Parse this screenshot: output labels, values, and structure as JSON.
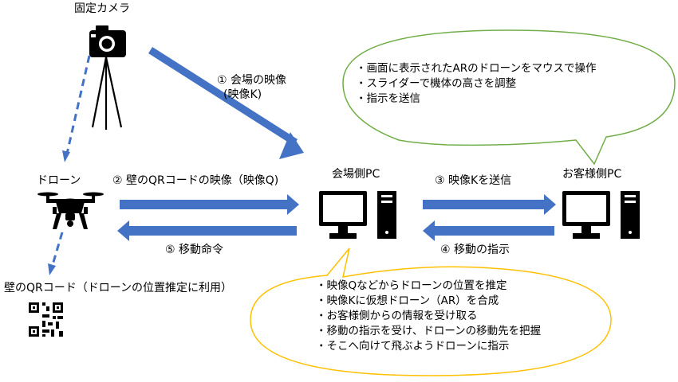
{
  "labels": {
    "fixed_camera": "固定カメラ",
    "drone": "ドローン",
    "venue_pc": "会場側PC",
    "customer_pc": "お客様側PC",
    "wall_qr": "壁のQRコード（ドローンの位置推定に利用）"
  },
  "flows": {
    "f1_line1": "① 会場の映像",
    "f1_line2": "(映像K)",
    "f2": "② 壁のQRコードの映像（映像Q)",
    "f3": "③ 映像Kを送信",
    "f4": "④ 移動の指示",
    "f5": "⑤ 移動命令"
  },
  "customer_bubble": {
    "lines": [
      "・画面に表示されたARのドローンをマウスで操作",
      "・スライダーで機体の高さを調整",
      "・指示を送信"
    ]
  },
  "venue_bubble": {
    "lines": [
      "・映像Qなどからドローンの位置を推定",
      "・映像Kに仮想ドローン（AR）を合成",
      "・お客様側からの情報を受け取る",
      "・移動の指示を受け、ドローンの移動先を把握",
      "・そこへ向けて飛ぶようドローンに指示"
    ]
  },
  "colors": {
    "arrow": "#4472C4",
    "green_bubble": "#70AD47",
    "yellow_bubble": "#FFC000"
  },
  "icons": [
    "camera-icon",
    "drone-icon",
    "monitor-icon",
    "tower-icon",
    "qr-code-icon"
  ]
}
